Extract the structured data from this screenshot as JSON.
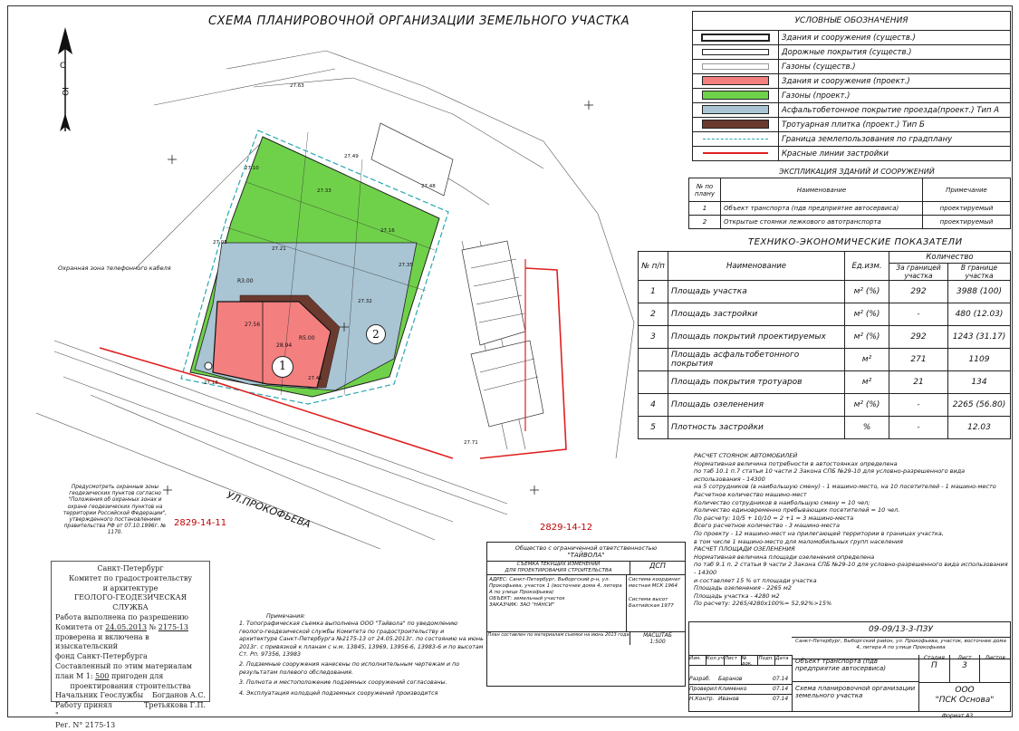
{
  "scheme_title": "СХЕМА ПЛАНИРОВОЧНОЙ ОРГАНИЗАЦИИ ЗЕМЕЛЬНОГО УЧАСТКА",
  "north": {
    "letters": [
      "С",
      "Ю"
    ]
  },
  "legend": {
    "title": "УСЛОВНЫЕ ОБОЗНАЧЕНИЯ",
    "items": [
      {
        "label": "Здания и сооружения (существ.)",
        "color": "#ffffff"
      },
      {
        "label": "Дорожные покрытия (существ.)",
        "color": "#ffffff"
      },
      {
        "label": "Газоны (существ.)",
        "color": "#ffffff"
      },
      {
        "label": "Здания и сооружения (проект.)",
        "color": "#f47f7f"
      },
      {
        "label": "Газоны (проект.)",
        "color": "#6fd14a"
      },
      {
        "label": "Асфальтобетонное покрытие проезда(проект.) Тип А",
        "color": "#a9c4d2"
      },
      {
        "label": "Тротуарная плитка (проект.) Тип Б",
        "color": "#6b3a2e"
      },
      {
        "label": "Граница землепользования по градплану",
        "color": "#2aa7b0"
      },
      {
        "label": "Красные линии застройки",
        "color": "#e02020"
      }
    ]
  },
  "explication": {
    "title": "ЭКСПЛИКАЦИЯ ЗДАНИЙ И СООРУЖЕНИЙ",
    "headers": [
      "№ по плану",
      "Наименование",
      "Примечание"
    ],
    "rows": [
      {
        "num": "1",
        "name": "Объект транспорта (пдв предприятие автосервиса)",
        "note": "проектируемый"
      },
      {
        "num": "2",
        "name": "Открытые стоянки лежкового автотранспорта",
        "note": "проектируемый"
      }
    ]
  },
  "tep": {
    "title": "ТЕХНИКО-ЭКОНОМИЧЕСКИЕ ПОКАЗАТЕЛИ",
    "headers": {
      "num": "№ п/п",
      "name": "Наименование",
      "unit": "Ед.изм.",
      "qty": "Количество",
      "outside": "За границей участка",
      "inside": "В границе участка"
    },
    "rows": [
      {
        "num": "1",
        "name": "Площадь участка",
        "unit": "м² (%)",
        "outside": "292",
        "inside": "3988 (100)"
      },
      {
        "num": "2",
        "name": "Площадь застройки",
        "unit": "м² (%)",
        "outside": "-",
        "inside": "480 (12.03)"
      },
      {
        "num": "3",
        "name": "Площадь покрытий проектируемых",
        "unit": "м² (%)",
        "outside": "292",
        "inside": "1243 (31.17)"
      },
      {
        "num": "",
        "name": "Площадь асфальтобетонного покрытия",
        "unit": "м²",
        "outside": "271",
        "inside": "1109"
      },
      {
        "num": "",
        "name": "Площадь покрытия тротуаров",
        "unit": "м²",
        "outside": "21",
        "inside": "134"
      },
      {
        "num": "4",
        "name": "Площадь озеленения",
        "unit": "м² (%)",
        "outside": "-",
        "inside": "2265 (56.80)"
      },
      {
        "num": "5",
        "name": "Плотность застройки",
        "unit": "%",
        "outside": "-",
        "inside": "12.03"
      }
    ]
  },
  "calc": {
    "parking_title": "РАСЧЕТ СТОЯНОК АВТОМОБИЛЕЙ",
    "parking_lines": [
      "Нормативная величина потребности в автостоянках определена",
      "по таб 10.1 п.7 статьи 10 части 2 Закона СПБ №29-10 для условно-разрешенного вида использования - 14300",
      "на 5 сотрудников (в наибольшую смену) - 1 машино-место, на 10 посетителей - 1 машино-место",
      "Расчетное количество машино-мест",
      "Количество сотрудников в наибольшую смену = 10 чел;",
      "Количество единовременно пребывающих посетителей = 10 чел.",
      "По расчету: 10/5 + 10/10 = 2 +1 = 3 машино-места",
      "Всего расчетное количество - 3 машино-места",
      "По проекту - 12 машино-мест на прилегающей территории в границах участка,",
      "в том числе 1 машино-место для маломобильных групп населения"
    ],
    "green_title": "РАСЧЕТ ПЛОЩАДИ ОЗЕЛЕНЕНИЯ",
    "green_lines": [
      "Нормативная величина площади озеленения определена",
      "по таб 9.1 п. 2 статьи 9 части 2 Закона СПБ №29-10 для условно-разрешенного вида использования - 14300",
      "и составляет 15 % от площади участка",
      "Площадь озеленения - 2265 м2",
      "Площадь участка - 4280 м2",
      "По расчету: 2265/4280х100%= 52,92%>15%"
    ]
  },
  "map": {
    "street": "УЛ.ПРОКОФЬЕВА",
    "sheet_left": "2829-14-11",
    "sheet_right": "2829-14-12",
    "cable_zone": "Охранная зона телефонного кабеля",
    "marker1": "1",
    "marker2": "2",
    "dim1": "27.56",
    "dim2": "28.94",
    "dim3": "R3.00",
    "dim4": "R5.00",
    "elev": [
      "27.10",
      "27.21",
      "27.16",
      "27.33",
      "27.48",
      "27.35",
      "27.49",
      "27.05",
      "27.32",
      "27.41",
      "27.18",
      "27.63",
      "27.71"
    ]
  },
  "protect_note": "Предусмотреть охранные зоны геодезических пунктов согласно \"Положения об охранных зонах и охране геодезических пунктов на территории Российской Федерации\", утвержденного постановлением правительства РФ от 07.10.1996г. № 1170.",
  "stamp": {
    "l1": "Санкт-Петербург",
    "l2": "Комитет по градостроительству",
    "l3": "и архитектуре",
    "l4": "ГЕОЛОГО-ГЕОДЕЗИЧЕСКАЯ СЛУЖБА",
    "l5": "Работа выполнена по разрешению",
    "l6a": "Комитета от",
    "l6b": "24.05.2013",
    "l6c": "№",
    "l6d": "2175-13",
    "l7": "проверена и включена в изыскательский",
    "l8": "фонд Санкт-Петербурга",
    "l9": "Составленный по этим материалам",
    "l10a": "план М 1:",
    "l10b": "500",
    "l10c": "пригоден для",
    "l11": "проектирования строительства",
    "l12a": "Начальник Геослужбы",
    "l12b": "Богданов А.С.",
    "l13a": "Работу принял",
    "l13b": "Третьякова Г.П.",
    "l14": "\"",
    "l15a": "Рег. N°",
    "l15b": "2175-13"
  },
  "survey": {
    "org": "Общество с ограниченной ответственностью",
    "name": "\"ТАЙВОЛА\"",
    "sub1": "СЪЕМКА ТЕКУЩИХ ИЗМЕНЕНИЙ",
    "sub2": "ДЛЯ ПРОЕКТИРОВАНИЯ СТРОИТЕЛЬСТВА",
    "dsp": "ДСП",
    "address": "АДРЕС: Санкт-Петербург, Выборгский р-н, ул. Прокофьева, участок 1 (восточнее дома 4, литера А по улице Прокофьева)",
    "object": "ОБЪЕКТ: земельный участок",
    "customer": "ЗАКАЗЧИК: ЗАО \"НАНСИ\"",
    "coords": "Система координат местная МСК 1964",
    "heights": "Система высот Балтийская 1977",
    "scale_label": "МАСШТАБ",
    "scale": "1:500",
    "updated": "План составлен по материалам съемки на июнь 2013 года"
  },
  "notes": {
    "title": "Примечания:",
    "items": [
      "1. Топографическая съемка выполнена ООО \"Тайвола\" по уведомлению геолого-геодезической службы Комитета по градостроительству и архитектуре Санкт-Петербурга №2175-13 от 24.05.2013г. по состоянию на июнь 2013г. с привязкой к планам с н.м. 13845, 13969, 13956-6, 13983-6 и по высотам Ст. Рп. 97356, 13983",
      "2. Подземные сооружения нанесены по исполнительным чертежам и по результатам полевого обследования.",
      "3. Полнота и местоположение подземных сооружений согласованы.",
      "4. Эксплуатация колодцей подземных сооружений производится"
    ]
  },
  "title_block": {
    "code": "09-09/13-3-ПЗУ",
    "address": "Санкт-Петербург, Выборгский район, ул. Прокофьева, участок, восточнее дома 4, литера А по улице Прокофьева",
    "cols": [
      "Изм.",
      "Кол.уч",
      "Лист",
      "№ док.",
      "Подп.",
      "Дата"
    ],
    "rows": [
      {
        "role": "Разраб.",
        "name": "Баранов",
        "date": "07.14"
      },
      {
        "role": "Проверил",
        "name": "Клименко",
        "date": "07.14"
      },
      {
        "role": "Н.Контр.",
        "name": "Иванов",
        "date": "07.14"
      }
    ],
    "object": "Объект транспорта (пдв предприятие автосервиса)",
    "stage_label": "Стадия",
    "sheet_label": "Лист",
    "sheets_label": "Листов",
    "stage": "П",
    "sheet": "3",
    "drawing": "Схема планировочной организации земельного участка",
    "company1": "ООО",
    "company2": "\"ПСК Основа\"",
    "format": "Формат А3"
  }
}
